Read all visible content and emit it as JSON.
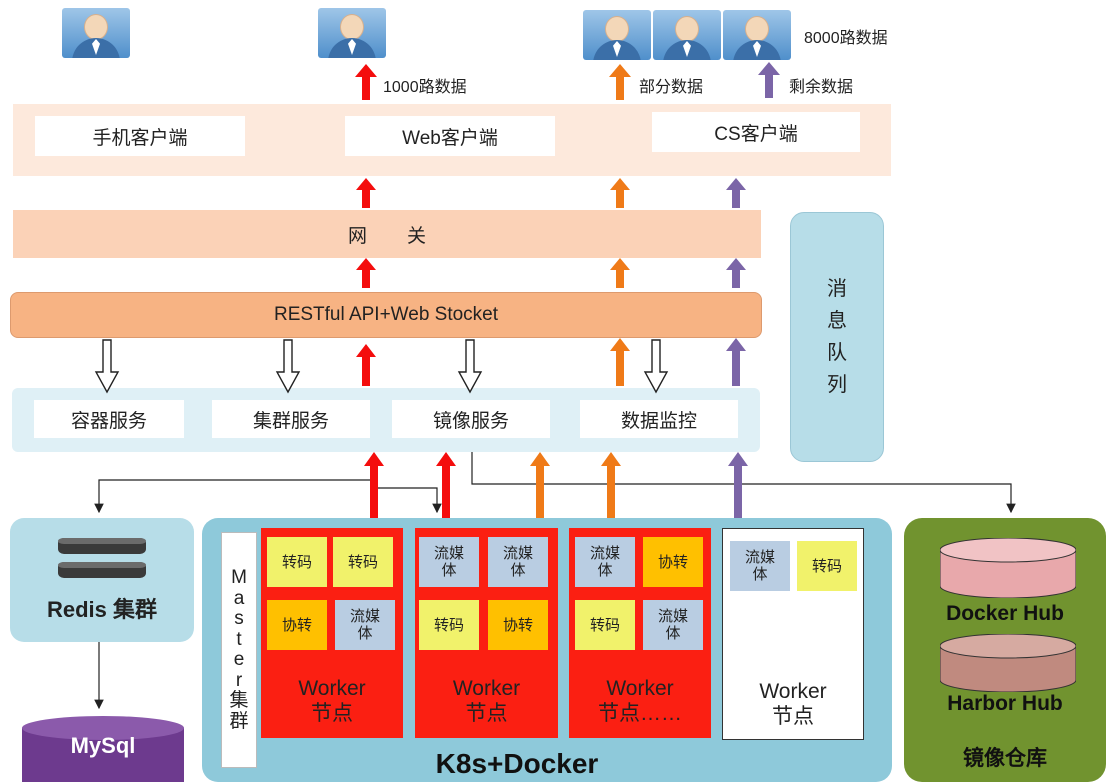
{
  "top_labels": {
    "flow_1000": "1000路数据",
    "flow_8000": "8000路数据",
    "partial_data": "部分数据",
    "remaining_data": "剩余数据"
  },
  "clients": {
    "mobile": "手机客户端",
    "web": "Web客户端",
    "cs": "CS客户端"
  },
  "gateway": "网关",
  "api": "RESTful API+Web Stocket",
  "services": {
    "container": "容器服务",
    "cluster": "集群服务",
    "image": "镜像服务",
    "monitor": "数据监控"
  },
  "message_queue": [
    "消",
    "息",
    "队",
    "列"
  ],
  "redis": "Redis 集群",
  "mysql": "MySql",
  "master": [
    "M",
    "a",
    "s",
    "t",
    "e",
    "r",
    "集",
    "群"
  ],
  "cells": {
    "transcode": "转码",
    "cotransfer": "协转",
    "stream_1": "流媒",
    "stream_2": "体"
  },
  "workers": {
    "worker_word": "Worker",
    "node": "节点",
    "node_more": "节点……"
  },
  "k8s": "K8s+Docker",
  "registry": {
    "docker_hub": "Docker Hub",
    "harbor_hub": "Harbor Hub",
    "title": "镜像仓库"
  },
  "colors": {
    "red_flow": "#f40d0d",
    "orange_flow": "#ef7a18",
    "purple_flow": "#7b65a7",
    "worker_red": "#fb1f12",
    "registry_green": "#71932f",
    "panel_blue": "#8ec9da"
  }
}
